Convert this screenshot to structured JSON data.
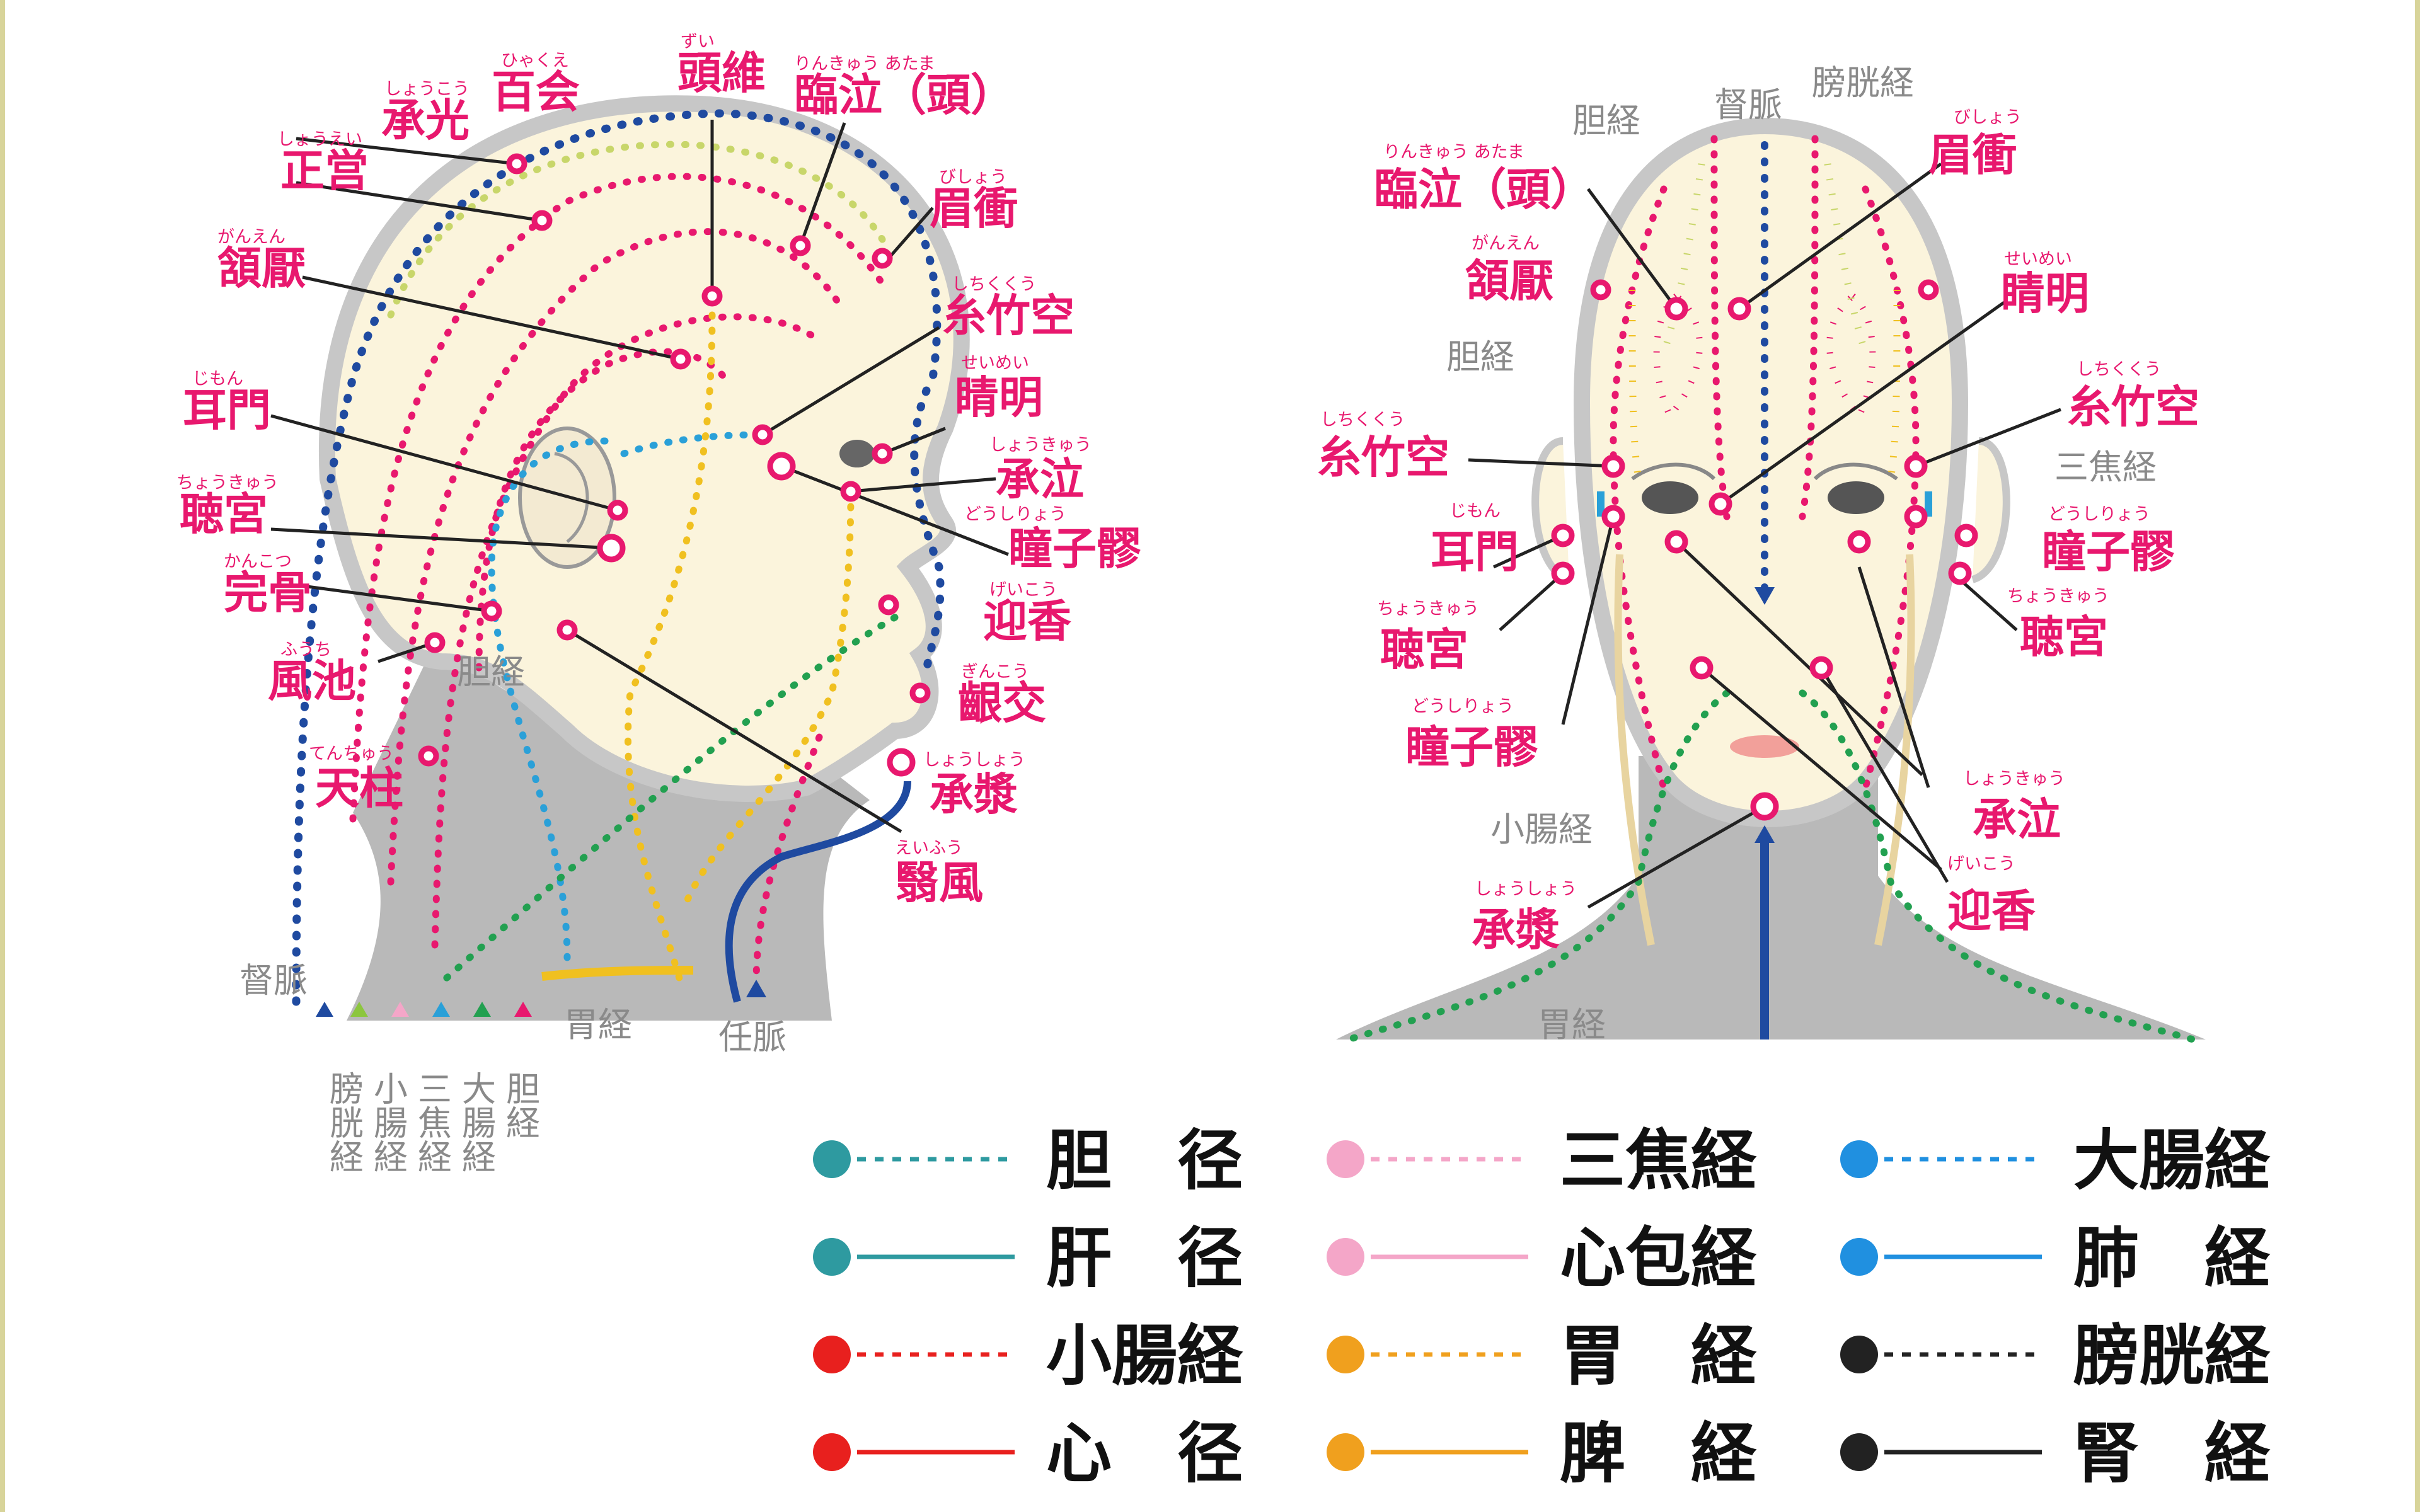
{
  "colors": {
    "magenta": "#e8186e",
    "pink": "#f4a6c8",
    "teal": "#2e9aa0",
    "red": "#e8201e",
    "orange": "#f0a01e",
    "blue": "#2090e0",
    "black": "#222222",
    "navy": "#1f4aa0",
    "green": "#22a050",
    "skin": "#fbf4dc",
    "gray": "#b9b9b9"
  },
  "side_view": {
    "acupoints": [
      {
        "ruby": "ひゃくえ",
        "label": "百会"
      },
      {
        "ruby": "しょうこう",
        "label": "承光"
      },
      {
        "ruby": "しょうえい",
        "label": "正営"
      },
      {
        "ruby": "がんえん",
        "label": "頷厭"
      },
      {
        "ruby": "じもん",
        "label": "耳門"
      },
      {
        "ruby": "ちょうきゅう",
        "label": "聴宮"
      },
      {
        "ruby": "かんこつ",
        "label": "完骨"
      },
      {
        "ruby": "ふうち",
        "label": "風池"
      },
      {
        "ruby": "てんちゅう",
        "label": "天柱"
      },
      {
        "ruby": "ずい",
        "label": "頭維"
      },
      {
        "ruby": "りんきゅう あたま",
        "label": "臨泣（頭）"
      },
      {
        "ruby": "びしょう",
        "label": "眉衝"
      },
      {
        "ruby": "しちくくう",
        "label": "糸竹空"
      },
      {
        "ruby": "せいめい",
        "label": "睛明"
      },
      {
        "ruby": "しょうきゅう",
        "label": "承泣"
      },
      {
        "ruby": "どうしりょう",
        "label": "瞳子髎"
      },
      {
        "ruby": "げいこう",
        "label": "迎香"
      },
      {
        "ruby": "ぎんこう",
        "label": "齦交"
      },
      {
        "ruby": "しょうしょう",
        "label": "承漿"
      },
      {
        "ruby": "えいふう",
        "label": "翳風"
      }
    ],
    "meridian_labels": {
      "gallbladder": "胆経",
      "governor": "督脈",
      "stomach": "胃経",
      "conception": "任脈"
    },
    "bottom_labels": [
      "膀胱経",
      "小腸経",
      "三焦経",
      "大腸経",
      "胆経"
    ]
  },
  "front_view": {
    "top_labels": [
      "胆経",
      "督脈",
      "膀胱経"
    ],
    "acupoints": [
      {
        "ruby": "りんきゅう あたま",
        "label": "臨泣（頭）"
      },
      {
        "ruby": "びしょう",
        "label": "眉衝"
      },
      {
        "ruby": "がんえん",
        "label": "頷厭"
      },
      {
        "ruby": "せいめい",
        "label": "睛明"
      },
      {
        "ruby": "しちくくう",
        "label": "糸竹空"
      },
      {
        "ruby": "しちくくう",
        "label": "糸竹空"
      },
      {
        "ruby": "じもん",
        "label": "耳門"
      },
      {
        "ruby": "どうしりょう",
        "label": "瞳子髎"
      },
      {
        "ruby": "ちょうきゅう",
        "label": "聴宮"
      },
      {
        "ruby": "ちょうきゅう",
        "label": "聴宮"
      },
      {
        "ruby": "どうしりょう",
        "label": "瞳子髎"
      },
      {
        "ruby": "しょうきゅう",
        "label": "承泣"
      },
      {
        "ruby": "げいこう",
        "label": "迎香"
      },
      {
        "ruby": "しょうしょう",
        "label": "承漿"
      }
    ],
    "meridian_labels": {
      "gallbladder": "胆経",
      "triple_burner": "三焦経",
      "small_intestine": "小腸経",
      "stomach": "胃経"
    }
  },
  "legend": [
    {
      "label": "胆　径",
      "color": "#2e9aa0",
      "style": "dotted"
    },
    {
      "label": "三焦経",
      "color": "#f4a6c8",
      "style": "dotted"
    },
    {
      "label": "大腸経",
      "color": "#2090e0",
      "style": "dotted"
    },
    {
      "label": "肝　径",
      "color": "#2e9aa0",
      "style": "solid"
    },
    {
      "label": "心包経",
      "color": "#f4a6c8",
      "style": "solid"
    },
    {
      "label": "肺　経",
      "color": "#2090e0",
      "style": "solid"
    },
    {
      "label": "小腸経",
      "color": "#e8201e",
      "style": "dotted"
    },
    {
      "label": "胃　経",
      "color": "#f0a01e",
      "style": "dotted"
    },
    {
      "label": "膀胱経",
      "color": "#222222",
      "style": "dotted"
    },
    {
      "label": "心　径",
      "color": "#e8201e",
      "style": "solid"
    },
    {
      "label": "脾　経",
      "color": "#f0a01e",
      "style": "solid"
    },
    {
      "label": "腎　経",
      "color": "#222222",
      "style": "solid"
    }
  ]
}
